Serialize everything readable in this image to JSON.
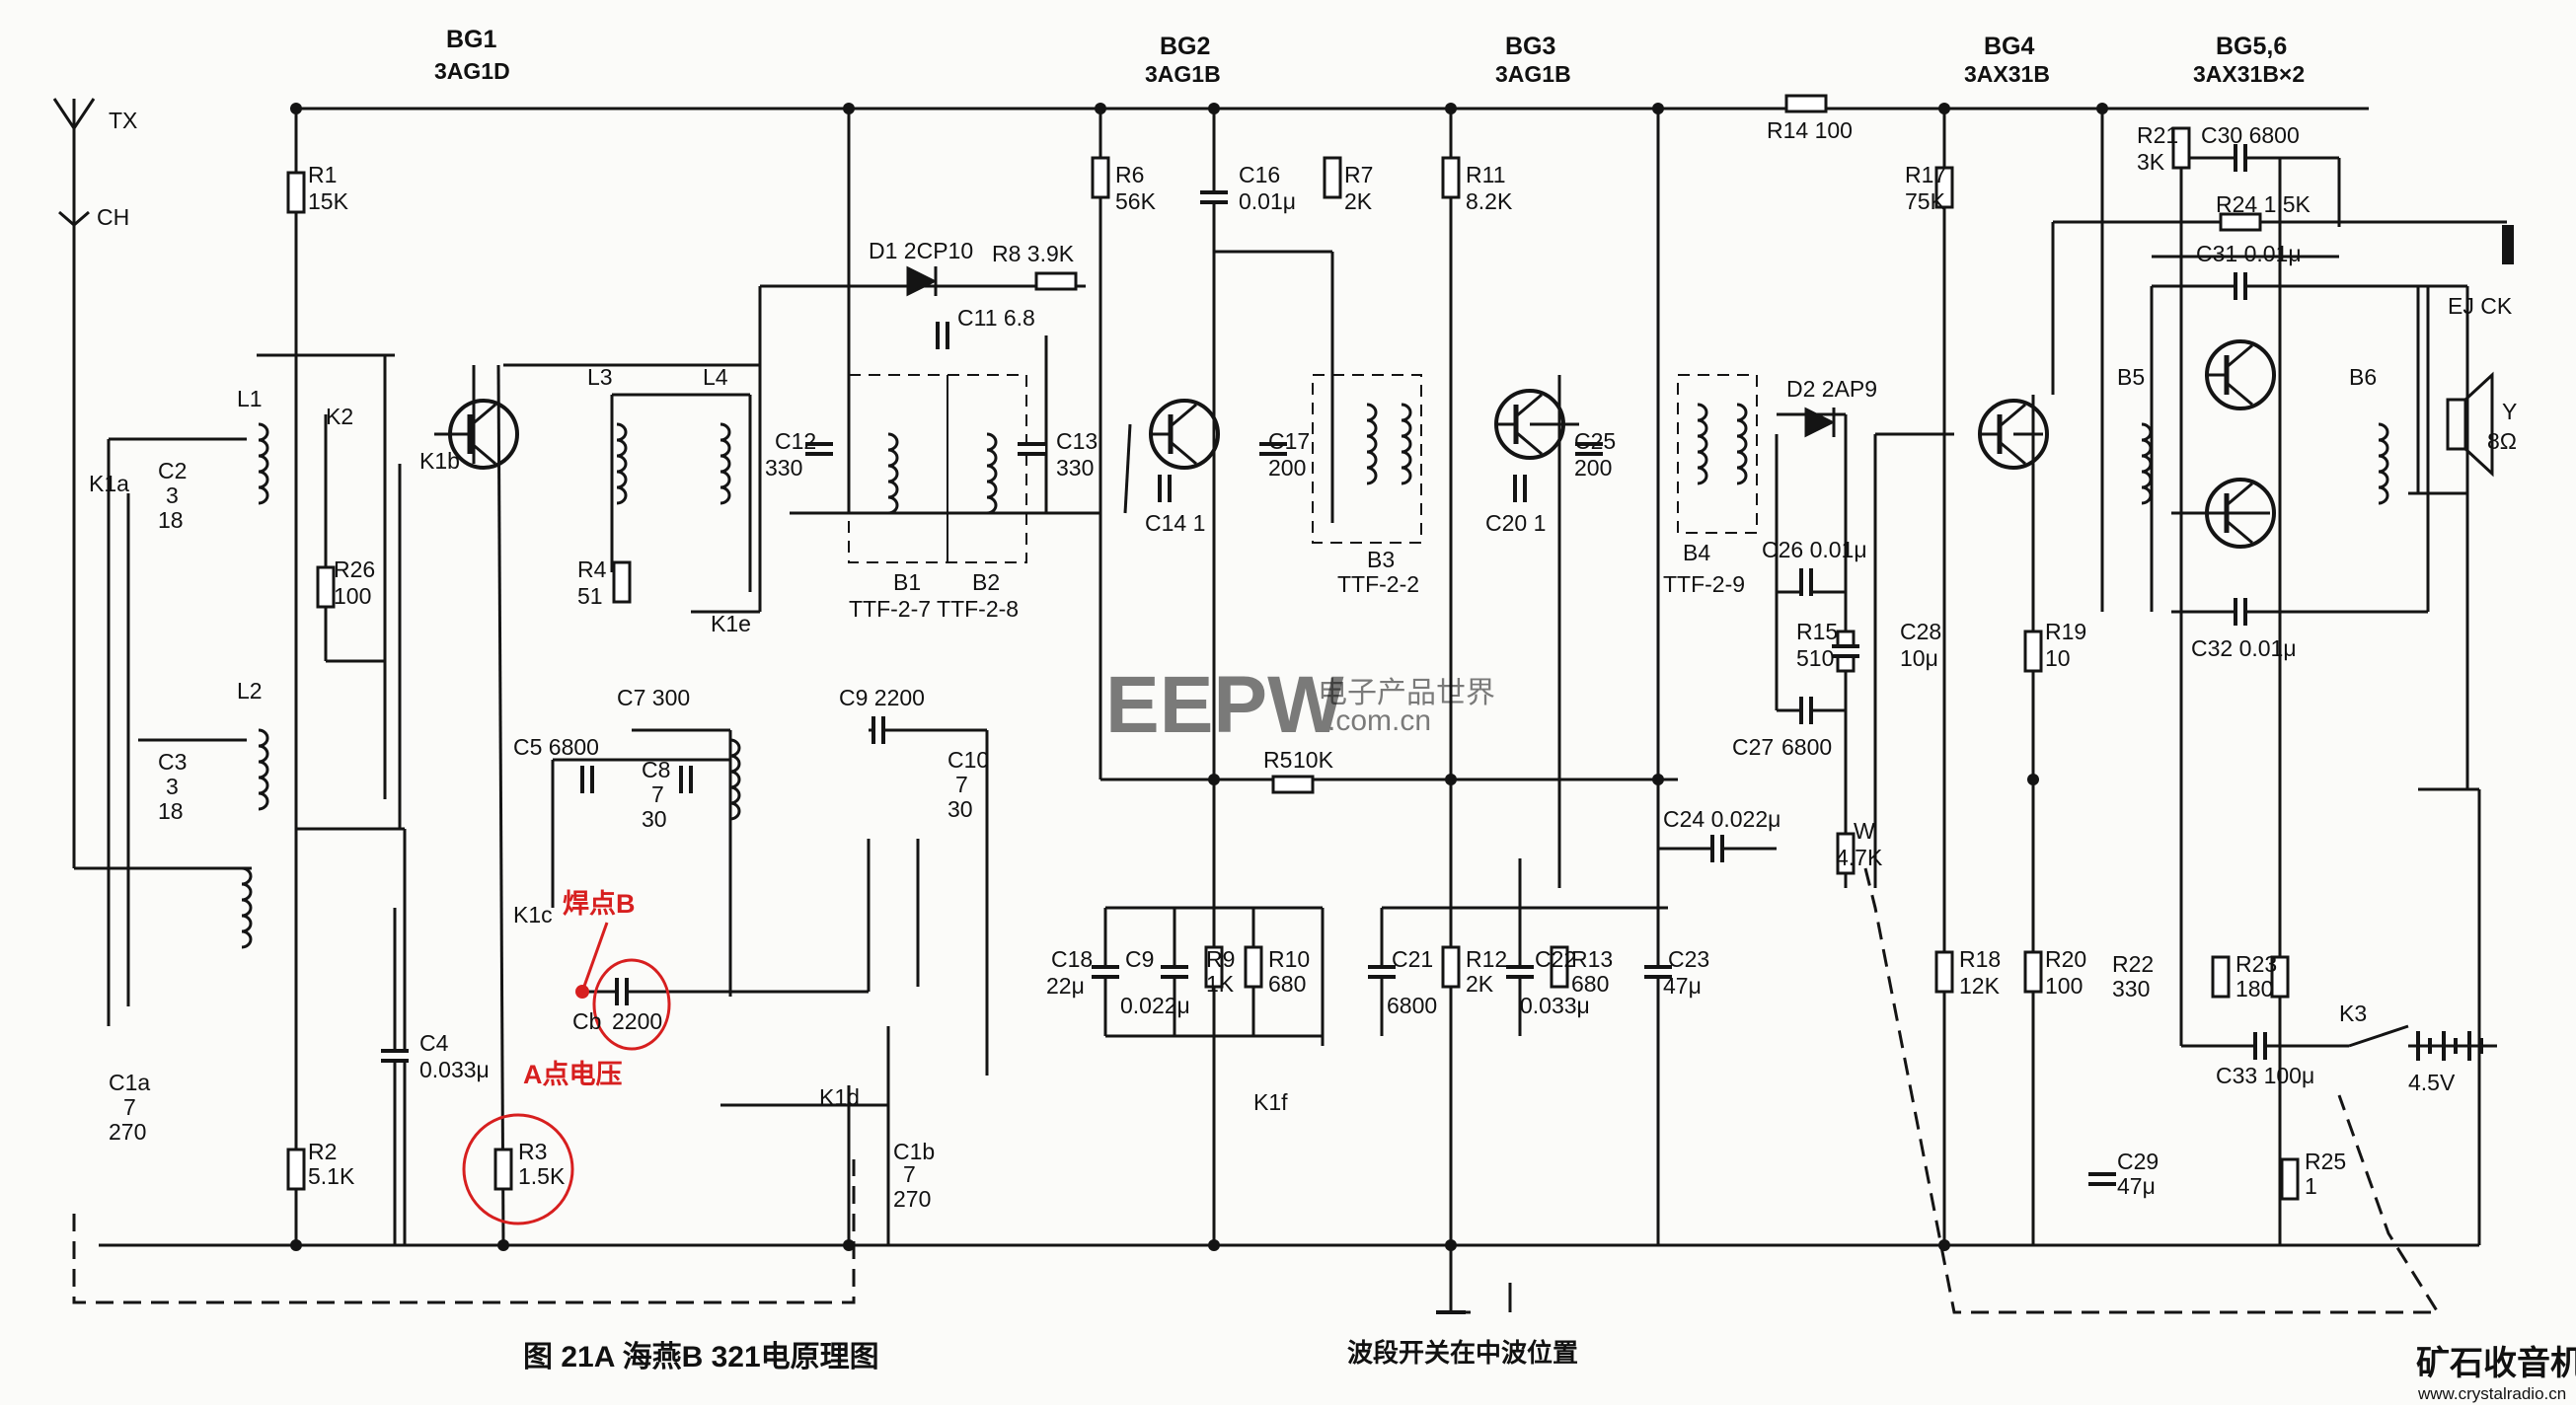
{
  "transistors": [
    {
      "ref": "BG1",
      "type": "3AG1D"
    },
    {
      "ref": "BG2",
      "type": "3AG1B"
    },
    {
      "ref": "BG3",
      "type": "3AG1B"
    },
    {
      "ref": "BG4",
      "type": "3AX31B"
    },
    {
      "ref": "BG5,6",
      "type": "3AX31B×2"
    }
  ],
  "antenna": {
    "tx": "TX",
    "ch": "CH"
  },
  "resistors": {
    "r1": "R1",
    "r1v": "15K",
    "r2": "R2",
    "r2v": "5.1K",
    "r3": "R3",
    "r3v": "1.5K",
    "r4": "R4",
    "r4v": "51",
    "r5": "R5",
    "r5v": "10K",
    "r6": "R6",
    "r6v": "56K",
    "r7": "R7",
    "r7v": "2K",
    "r8": "R8 3.9K",
    "r9": "R9",
    "r9v": "1K",
    "r10": "R10",
    "r10v": "680",
    "r11": "R11",
    "r11v": "8.2K",
    "r12": "R12",
    "r12v": "2K",
    "r13": "R13",
    "r13v": "680",
    "r14": "R14 100",
    "r15": "R15",
    "r15v": "510",
    "r17": "R17",
    "r17v": "75K",
    "r18": "R18",
    "r18v": "12K",
    "r19": "R19",
    "r19v": "10",
    "r20": "R20",
    "r20v": "100",
    "r21": "R21",
    "r21v": "3K",
    "r22": "R22",
    "r22v": "330",
    "r23": "R23",
    "r23v": "180",
    "r24": "R24 1.5K",
    "r25": "R25",
    "r25v": "1",
    "r26": "R26",
    "r26v": "100"
  },
  "capacitors": {
    "c1a": "C1a",
    "c1av1": "7",
    "c1av2": "270",
    "c1b": "C1b",
    "c1bv1": "7",
    "c1bv2": "270",
    "c2": "C2",
    "c2v1": "3",
    "c2v2": "18",
    "c3": "C3",
    "c3v1": "3",
    "c3v2": "18",
    "c4": "C4",
    "c4v": "0.033μ",
    "c5": "C5 6800",
    "c7": "C7 300",
    "c8": "C8",
    "c8v1": "7",
    "c8v2": "30",
    "c9": "C9 2200",
    "c10": "C10",
    "c10v1": "7",
    "c10v2": "30",
    "cb": "Cb",
    "cbv": "2200",
    "c11": "C11 6.8",
    "c12": "C12",
    "c12v": "330",
    "c13": "C13",
    "c13v": "330",
    "c14": "C14 1",
    "c16": "C16",
    "c16v": "0.01μ",
    "c17": "C17",
    "c17v": "200",
    "c18": "C18",
    "c18v": "22μ",
    "c19": "C9",
    "c19v": "0.022μ",
    "c20": "C20 1",
    "c21": "C21",
    "c21v": "6800",
    "c22": "C22",
    "c22v": "0.033μ",
    "c23": "C23",
    "c23v": "47μ",
    "c24": "C24 0.022μ",
    "c25": "C25",
    "c25v": "200",
    "c26": "C26 0.01μ",
    "c27": "C27",
    "c27v": "6800",
    "c28": "C28",
    "c28v": "10μ",
    "c29": "C29",
    "c29v": "47μ",
    "c30": "C30 6800",
    "c31": "C31 0.01μ",
    "c32": "C32 0.01μ",
    "c33": "C33 100μ"
  },
  "inductors": {
    "l1": "L1",
    "l2": "L2",
    "l3": "L3",
    "l4": "L4"
  },
  "transformers": {
    "b1": "B1",
    "b2": "B2",
    "b12": "TTF-2-7  TTF-2-8",
    "b3": "B3",
    "b3t": "TTF-2-2",
    "b4": "B4",
    "b4t": "TTF-2-9",
    "b5": "B5",
    "b6": "B6"
  },
  "diodes": {
    "d1": "D1 2CP10",
    "d2": "D2 2AP9"
  },
  "switches": {
    "k1a": "K1a",
    "k1b": "K1b",
    "k1c": "K1c",
    "k1d": "K1d",
    "k1e": "K1e",
    "k1f": "K1f",
    "k2": "K2",
    "k3": "K3"
  },
  "misc": {
    "w": "W",
    "wv": "4.7K",
    "speaker": "Y",
    "speakerv": "8Ω",
    "jack": "EJ CK",
    "battery": "4.5V"
  },
  "annotations": {
    "weld_b": "焊点B",
    "point_a": "A点电压"
  },
  "caption": "图 21A  海燕B 321电原理图",
  "band_note": "波段开关在中波位置",
  "watermark": {
    "logo": "EEPW",
    "cn": "电子产品世界",
    "url": ".com.cn"
  },
  "corner": {
    "title": "矿石收音机",
    "url": "www.crystalradio.cn"
  },
  "colors": {
    "ink": "#141414",
    "annotation": "#d71f1f",
    "watermark": "#e53030",
    "corner": "#1a6fd6"
  }
}
